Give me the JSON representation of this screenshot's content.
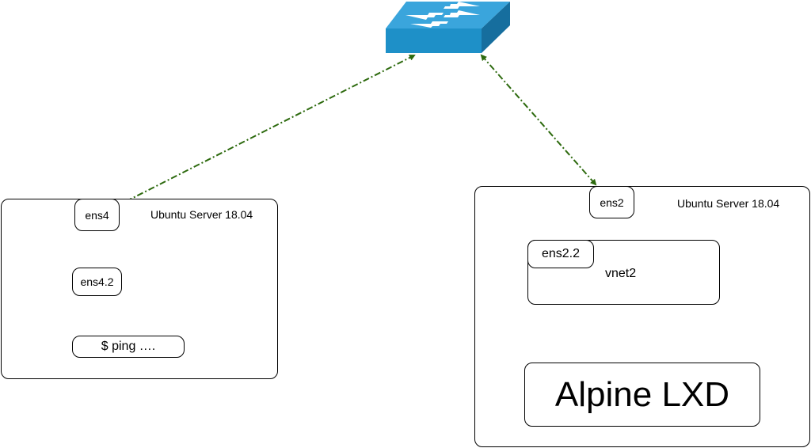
{
  "left_host": {
    "title": "Ubuntu Server 18.04",
    "nic": "ens4",
    "vlan": "ens4.2",
    "command": "$ ping …."
  },
  "right_host": {
    "title": "Ubuntu Server 18.04",
    "nic": "ens2",
    "vlan": "ens2.2",
    "bridge": "vnet2",
    "container": "Alpine LXD"
  },
  "colors": {
    "link": "#2d6a0e",
    "switch_front": "#1e90c8",
    "switch_top": "#3aa5dc",
    "switch_side": "#166e9e"
  },
  "icons": {
    "switch": "network-switch-icon"
  }
}
